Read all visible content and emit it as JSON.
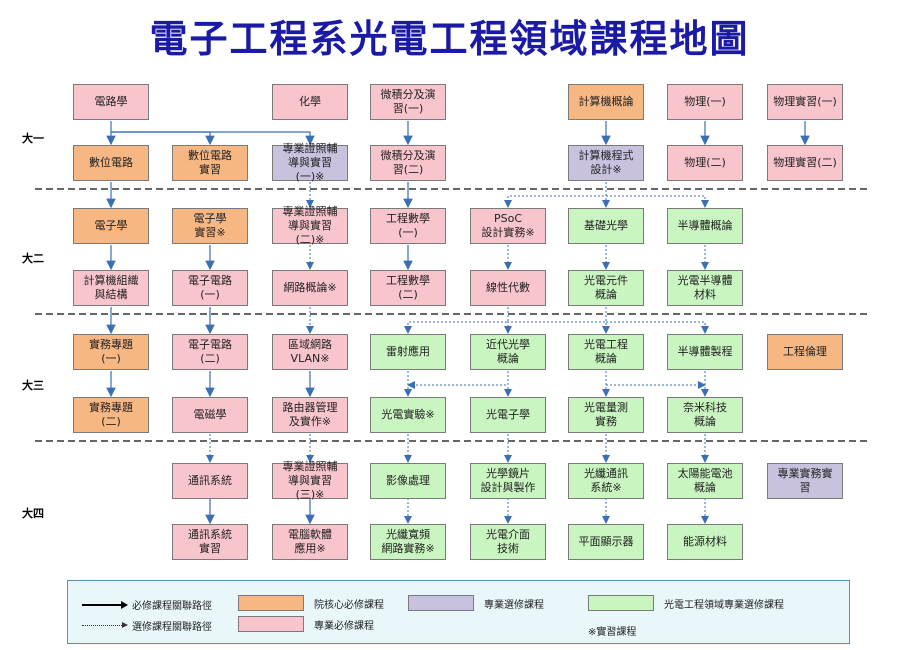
{
  "title": "電子工程系光電工程領域課程地圖",
  "years": [
    "大一",
    "大二",
    "大三",
    "大四"
  ],
  "colors": {
    "core": "#f7b783",
    "required": "#f9c5cc",
    "elective": "#c8c2de",
    "opto": "#c9f5c0"
  },
  "courses": {
    "c1": "電路學",
    "c2": "化學",
    "c3": "微積分及演\n習(一)",
    "c4": "計算機概論",
    "c5": "物理(一)",
    "c6": "物理實習(一)",
    "c7": "數位電路",
    "c8": "數位電路\n實習",
    "c9": "專業證照輔\n導與實習\n(一)※",
    "c10": "微積分及演\n習(二)",
    "c11": "計算機程式\n設計※",
    "c12": "物理(二)",
    "c13": "物理實習(二)",
    "c14": "電子學",
    "c15": "電子學\n實習※",
    "c16": "專業證照輔\n導與實習\n(二)※",
    "c17": "工程數學\n(一)",
    "c18": "PSoC\n設計實務※",
    "c19": "基礎光學",
    "c20": "半導體概論",
    "c21": "計算機組織\n與結構",
    "c22": "電子電路\n(一)",
    "c23": "網路概論※",
    "c24": "工程數學\n(二)",
    "c25": "線性代數",
    "c26": "光電元件\n概論",
    "c27": "光電半導體\n材料",
    "c28": "實務專題\n(一)",
    "c29": "電子電路\n(二)",
    "c30": "區域網路\nVLAN※",
    "c31": "雷射應用",
    "c32": "近代光學\n概論",
    "c33": "光電工程\n概論",
    "c34": "半導體製程",
    "c35": "工程倫理",
    "c36": "實務專題\n(二)",
    "c37": "電磁學",
    "c38": "路由器管理\n及實作※",
    "c39": "光電實驗※",
    "c40": "光電子學",
    "c41": "光電量測\n實務",
    "c42": "奈米科技\n概論",
    "c43": "通訊系統",
    "c44": "專業證照輔\n導與實習\n(三)※",
    "c45": "影像處理",
    "c46": "光學鏡片\n設計與製作",
    "c47": "光纖通訊\n系統※",
    "c48": "太陽能電池\n概論",
    "c49": "專業實務實\n習",
    "c50": "通訊系統\n實習",
    "c51": "電腦軟體\n應用※",
    "c52": "光纖寬頻\n網路實務※",
    "c53": "光電介面\n技術",
    "c54": "平面顯示器",
    "c55": "能源材料"
  },
  "legend": {
    "solid": "必修課程關聯路徑",
    "dotted": "選修課程關聯路徑",
    "core": "院核心必修課程",
    "required": "專業必修課程",
    "elective": "專業選修課程",
    "opto": "光電工程領域專業選修課程",
    "note": "※實習課程"
  }
}
